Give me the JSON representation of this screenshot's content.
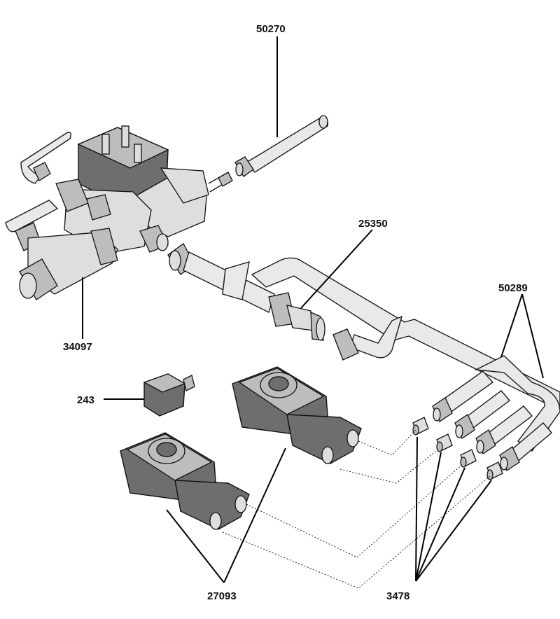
{
  "labels": {
    "p50270": "50270",
    "p25350": "25350",
    "p50289": "50289",
    "p34097": "34097",
    "p243": "243",
    "p27093": "27093",
    "p3478": "3478"
  },
  "colors": {
    "line": "#000000",
    "part_dark": "#6e6e6e",
    "part_mid": "#bdbdbd",
    "part_light": "#e9e9e9",
    "background": "#ffffff"
  }
}
